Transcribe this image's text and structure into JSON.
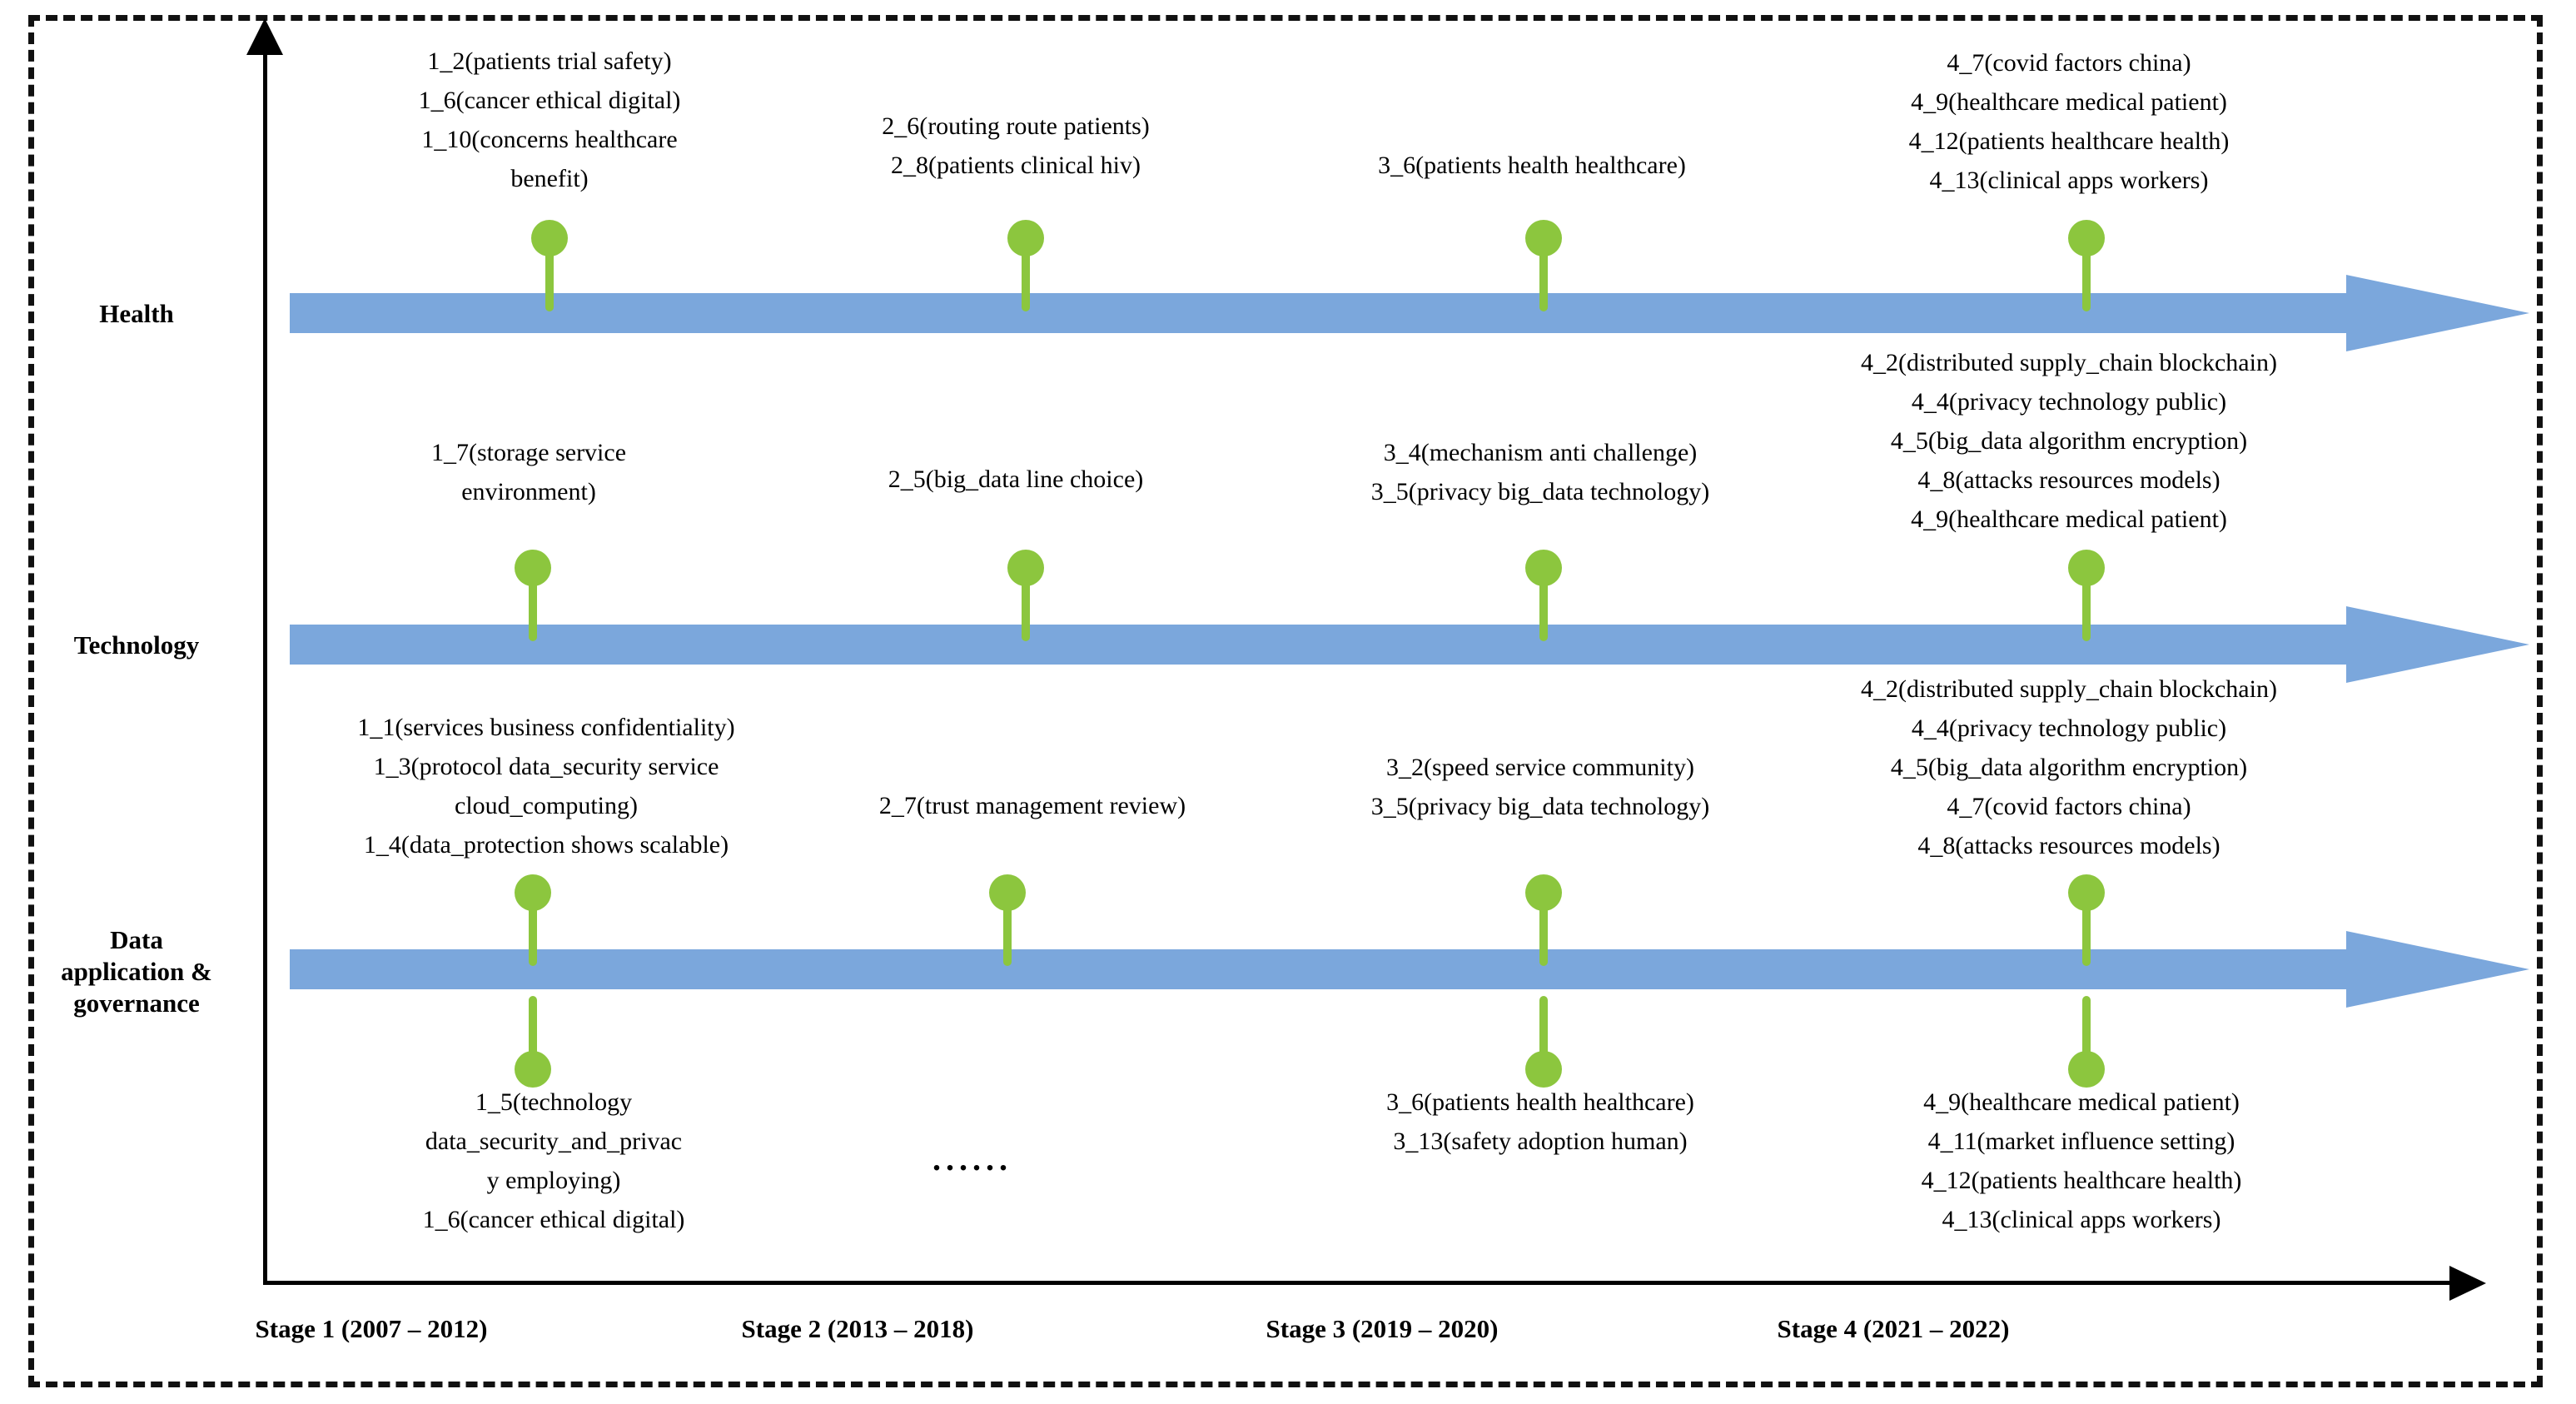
{
  "figure": {
    "type": "timeline",
    "lane_count": 3,
    "stage_count": 4,
    "colors": {
      "timeline_arrow": "#7BA7DC",
      "marker": "#8CC63E",
      "frame": "#111111",
      "axis": "#000000",
      "text": "#000000",
      "background": "#FFFFFF"
    },
    "ellipsis": "● ● ● ● ● ●",
    "ellipsis_text": "......"
  },
  "lanes": [
    {
      "id": "health",
      "label": "Health"
    },
    {
      "id": "technology",
      "label": "Technology"
    },
    {
      "id": "data",
      "label": "Data\napplication &\ngovernance"
    }
  ],
  "stages": [
    {
      "index": 1,
      "caption": "Stage 1 (2007 – 2012)",
      "years": "2007 – 2012"
    },
    {
      "index": 2,
      "caption": "Stage 2 (2013 – 2018)",
      "years": "2013 – 2018"
    },
    {
      "index": 3,
      "caption": "Stage 3 (2019 – 2020)",
      "years": "2019 – 2020"
    },
    {
      "index": 4,
      "caption": "Stage 4 (2021 – 2022)",
      "years": "2021 – 2022"
    }
  ],
  "annotations": {
    "health": {
      "stage1_above": "1_2(patients trial safety)\n1_6(cancer ethical digital)\n1_10(concerns healthcare\nbenefit)",
      "stage2_above": "2_6(routing route patients)\n2_8(patients clinical hiv)",
      "stage3_above": "3_6(patients health healthcare)",
      "stage4_above": "4_7(covid factors china)\n4_9(healthcare medical patient)\n4_12(patients healthcare health)\n4_13(clinical apps workers)"
    },
    "technology": {
      "stage1_above": "1_7(storage service\nenvironment)",
      "stage2_above": "2_5(big_data line choice)",
      "stage3_above": "3_4(mechanism anti challenge)\n3_5(privacy big_data technology)",
      "stage4_above": "4_2(distributed supply_chain blockchain)\n4_4(privacy technology public)\n4_5(big_data algorithm encryption)\n4_8(attacks resources models)\n4_9(healthcare medical patient)"
    },
    "data": {
      "stage1_above": "1_1(services business confidentiality)\n1_3(protocol data_security service\ncloud_computing)\n1_4(data_protection shows scalable)",
      "stage2_above": "2_7(trust management review)",
      "stage3_above": "3_2(speed service community)\n3_5(privacy big_data technology)",
      "stage4_above": "4_2(distributed supply_chain blockchain)\n4_4(privacy technology public)\n4_5(big_data algorithm encryption)\n4_7(covid factors china)\n4_8(attacks resources models)",
      "stage1_below": "1_5(technology\ndata_security_and_privac\ny employing)\n1_6(cancer ethical digital)",
      "stage3_below": "3_6(patients health healthcare)\n3_13(safety adoption human)",
      "stage4_below": "4_9(healthcare medical patient)\n4_11(market influence setting)\n4_12(patients healthcare health)\n4_13(clinical apps workers)"
    }
  }
}
